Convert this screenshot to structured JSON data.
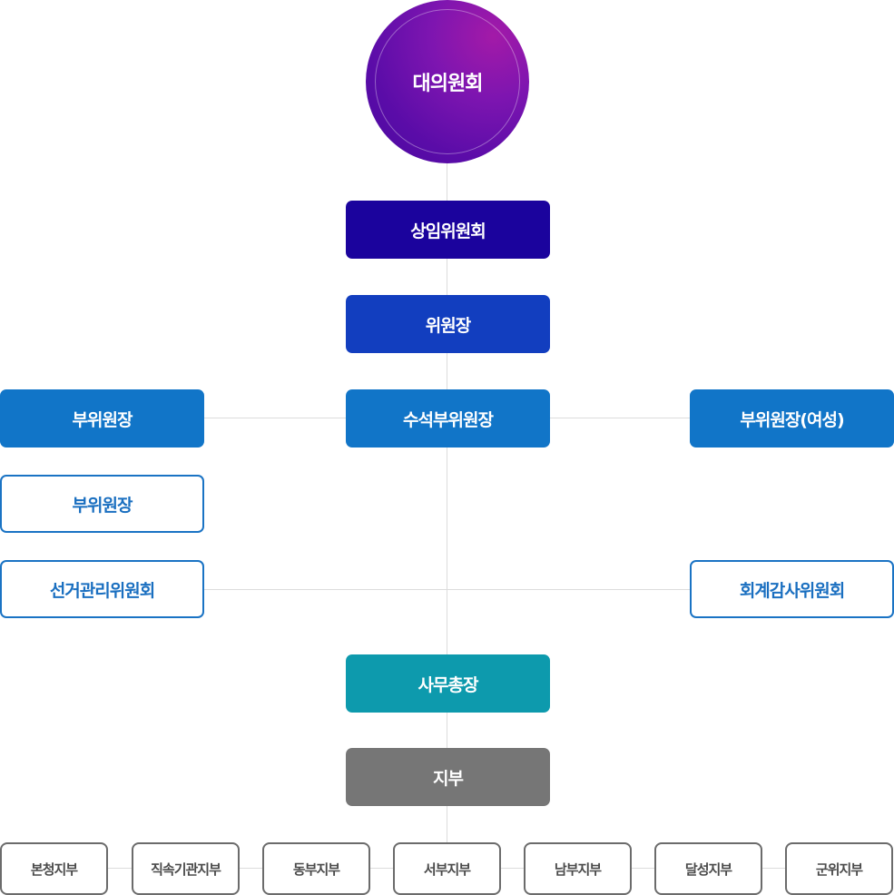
{
  "top": {
    "label": "대의원회"
  },
  "nodes": {
    "standing_committee": "상임위원회",
    "chairman": "위원장",
    "senior_vice_chairman": "수석부위원장",
    "vice_chairman_left": "부위원장",
    "vice_chairman_women": "부위원장(여성)",
    "vice_chairman_second": "부위원장",
    "election_committee": "선거관리위원회",
    "audit_committee": "회계감사위원회",
    "secretary_general": "사무총장",
    "branch": "지부"
  },
  "branches": [
    "본청지부",
    "직속기관지부",
    "동부지부",
    "서부지부",
    "남부지부",
    "달성지부",
    "군위지부"
  ],
  "colors": {
    "standing_committee": "#1b039d",
    "chairman": "#123ebf",
    "vice": "#1175c8",
    "outline": "#1a73c4",
    "secretary_general": "#0d9aad",
    "branch": "#767676",
    "top_circle": "#6a10a8"
  }
}
